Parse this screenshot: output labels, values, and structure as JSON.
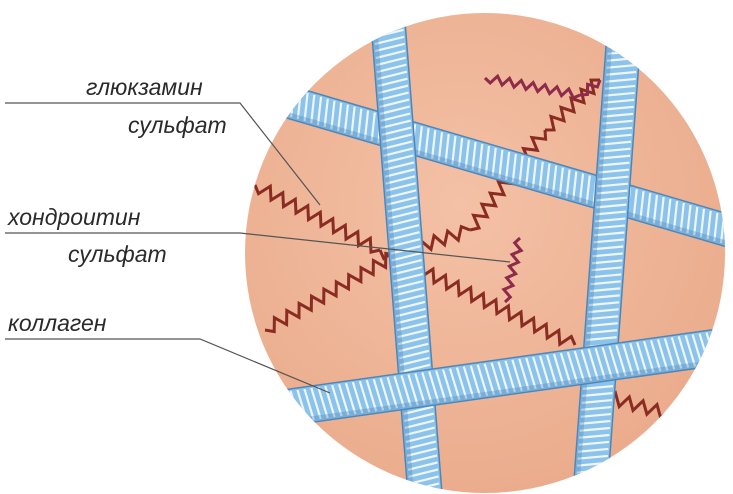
{
  "labels": {
    "glucosamine_line1": "глюкзамин",
    "glucosamine_line2": "сульфат",
    "chondroitin_line1": "хондроитин",
    "chondroitin_line2": "сульфат",
    "collagen": "коллаген"
  },
  "colors": {
    "background": "#ffffff",
    "tissue_disc": "#efb598",
    "collagen_fiber": "#8cc3ea",
    "collagen_stripe": "#ffffff",
    "glycosaminoglycan_chain": "#8a2c22",
    "glycosaminoglycan_chain_alt": "#8e2a4a",
    "leader_line": "#555555",
    "text": "#2a2a2a"
  }
}
